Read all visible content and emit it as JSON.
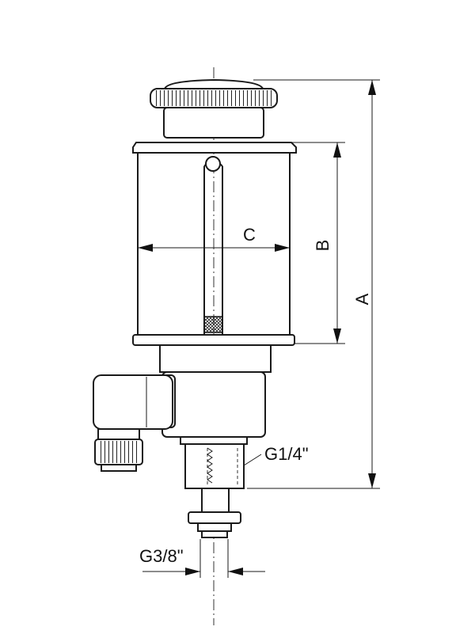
{
  "labels": {
    "dim_a": "A",
    "dim_b": "B",
    "dim_c": "C",
    "thread_upper": "G1/4\"",
    "thread_lower": "G3/8\""
  },
  "colors": {
    "line": "#1a1a1a",
    "background": "#ffffff"
  }
}
